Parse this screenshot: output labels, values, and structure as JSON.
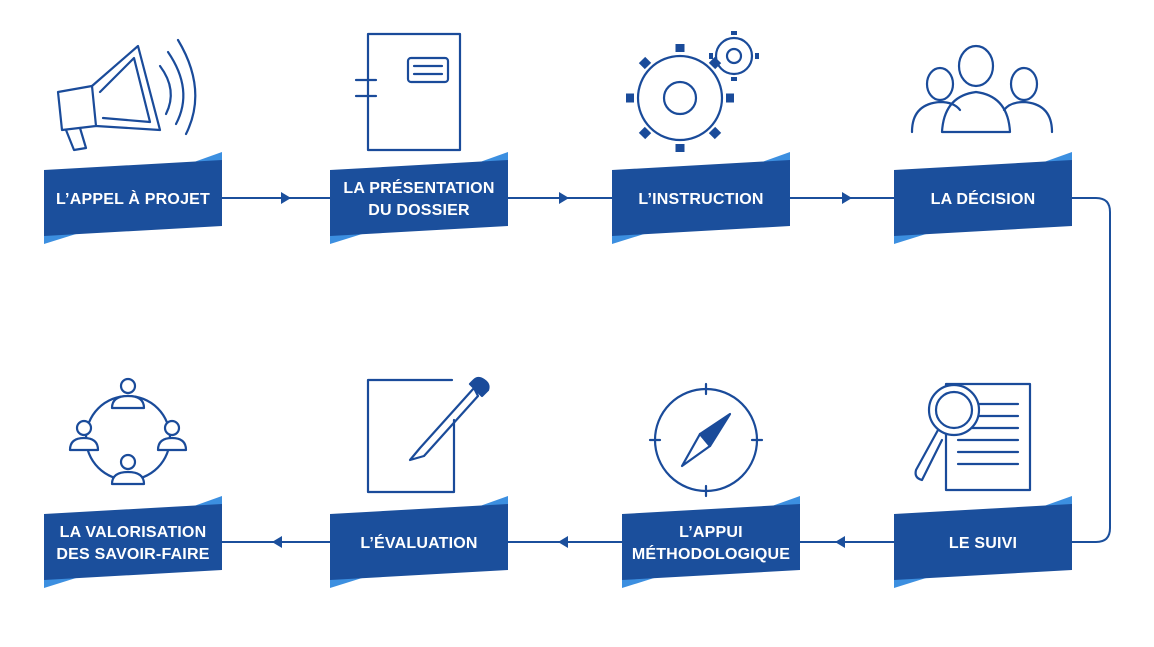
{
  "colors": {
    "banner": "#1b4f9c",
    "fold": "#3c8fe0",
    "connector": "#1b4f9c",
    "icon": "#1a4b9a"
  },
  "steps": [
    {
      "icon": "megaphone-icon",
      "lines": [
        "L’APPEL À PROJET"
      ]
    },
    {
      "icon": "folder-icon",
      "lines": [
        "LA PRÉSENTATION",
        "DU DOSSIER"
      ]
    },
    {
      "icon": "gears-icon",
      "lines": [
        "L’INSTRUCTION"
      ]
    },
    {
      "icon": "people-icon",
      "lines": [
        "LA DÉCISION"
      ]
    },
    {
      "icon": "magnifier-document-icon",
      "lines": [
        "LE SUIVI"
      ]
    },
    {
      "icon": "compass-icon",
      "lines": [
        "L’APPUI",
        "MÉTHODOLOGIQUE"
      ]
    },
    {
      "icon": "pen-paper-icon",
      "lines": [
        "L’ÉVALUATION"
      ]
    },
    {
      "icon": "network-icon",
      "lines": [
        "LA VALORISATION",
        "DES SAVOIR-FAIRE"
      ]
    }
  ]
}
